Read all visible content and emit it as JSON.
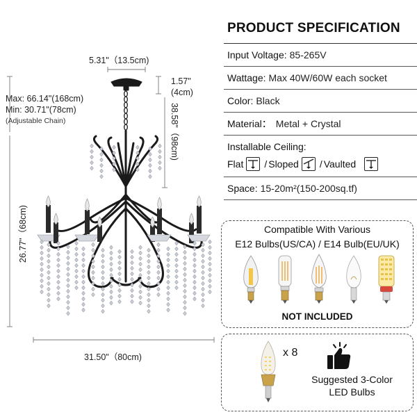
{
  "dimensions": {
    "top_width": "5.31\"（13.5cm)",
    "canopy_height_in": "1.57\"",
    "canopy_height_cm": "(4cm)",
    "max_height": "Max: 66.14\"(168cm)",
    "min_height": "Min: 30.71\"(78cm)",
    "chain_note": "(Adjustable Chain)",
    "body_height_right": "38.58\"（98cm)",
    "body_height_left": "26.77\"（68cm)",
    "total_width": "31.50\"（80cm)"
  },
  "spec": {
    "title": "PRODUCT SPECIFICATION",
    "voltage_key": "Input Voltage:",
    "voltage_val": "85-265V",
    "wattage_key": "Wattage:",
    "wattage_val": "Max 40W/60W each socket",
    "color_key": "Color:",
    "color_val": "Black",
    "material_key": "Material：",
    "material_val": "Metal + Crystal",
    "ceiling_key": "Installable Ceiling:",
    "ceiling_flat": "Flat",
    "ceiling_sloped": "Sloped",
    "ceiling_vaulted": "Vaulted",
    "ceiling_sep": "/",
    "space_key": "Space:",
    "space_val": "15-20m²(150-200sq.tf)"
  },
  "compat": {
    "line1": "Compatible With Various",
    "line2": "E12 Bulbs(US/CA) / E14 Bulb(EU/UK)",
    "not_included": "NOT INCLUDED",
    "bulb_icons": [
      "candle-led-bulb-icon",
      "tubular-filament-bulb-icon",
      "flame-filament-bulb-icon",
      "clear-candle-bulb-icon",
      "corn-led-bulb-icon"
    ]
  },
  "suggested": {
    "count": "x 8",
    "line1": "Suggested 3-Color",
    "line2": "LED Bulbs"
  },
  "colors": {
    "text": "#111111",
    "frame": "#1a1a1a",
    "crystal": "#c9ced6",
    "bulb_gold": "#c9a24a",
    "bulb_warm": "#f3c64a",
    "corn_red": "#d8473b"
  }
}
